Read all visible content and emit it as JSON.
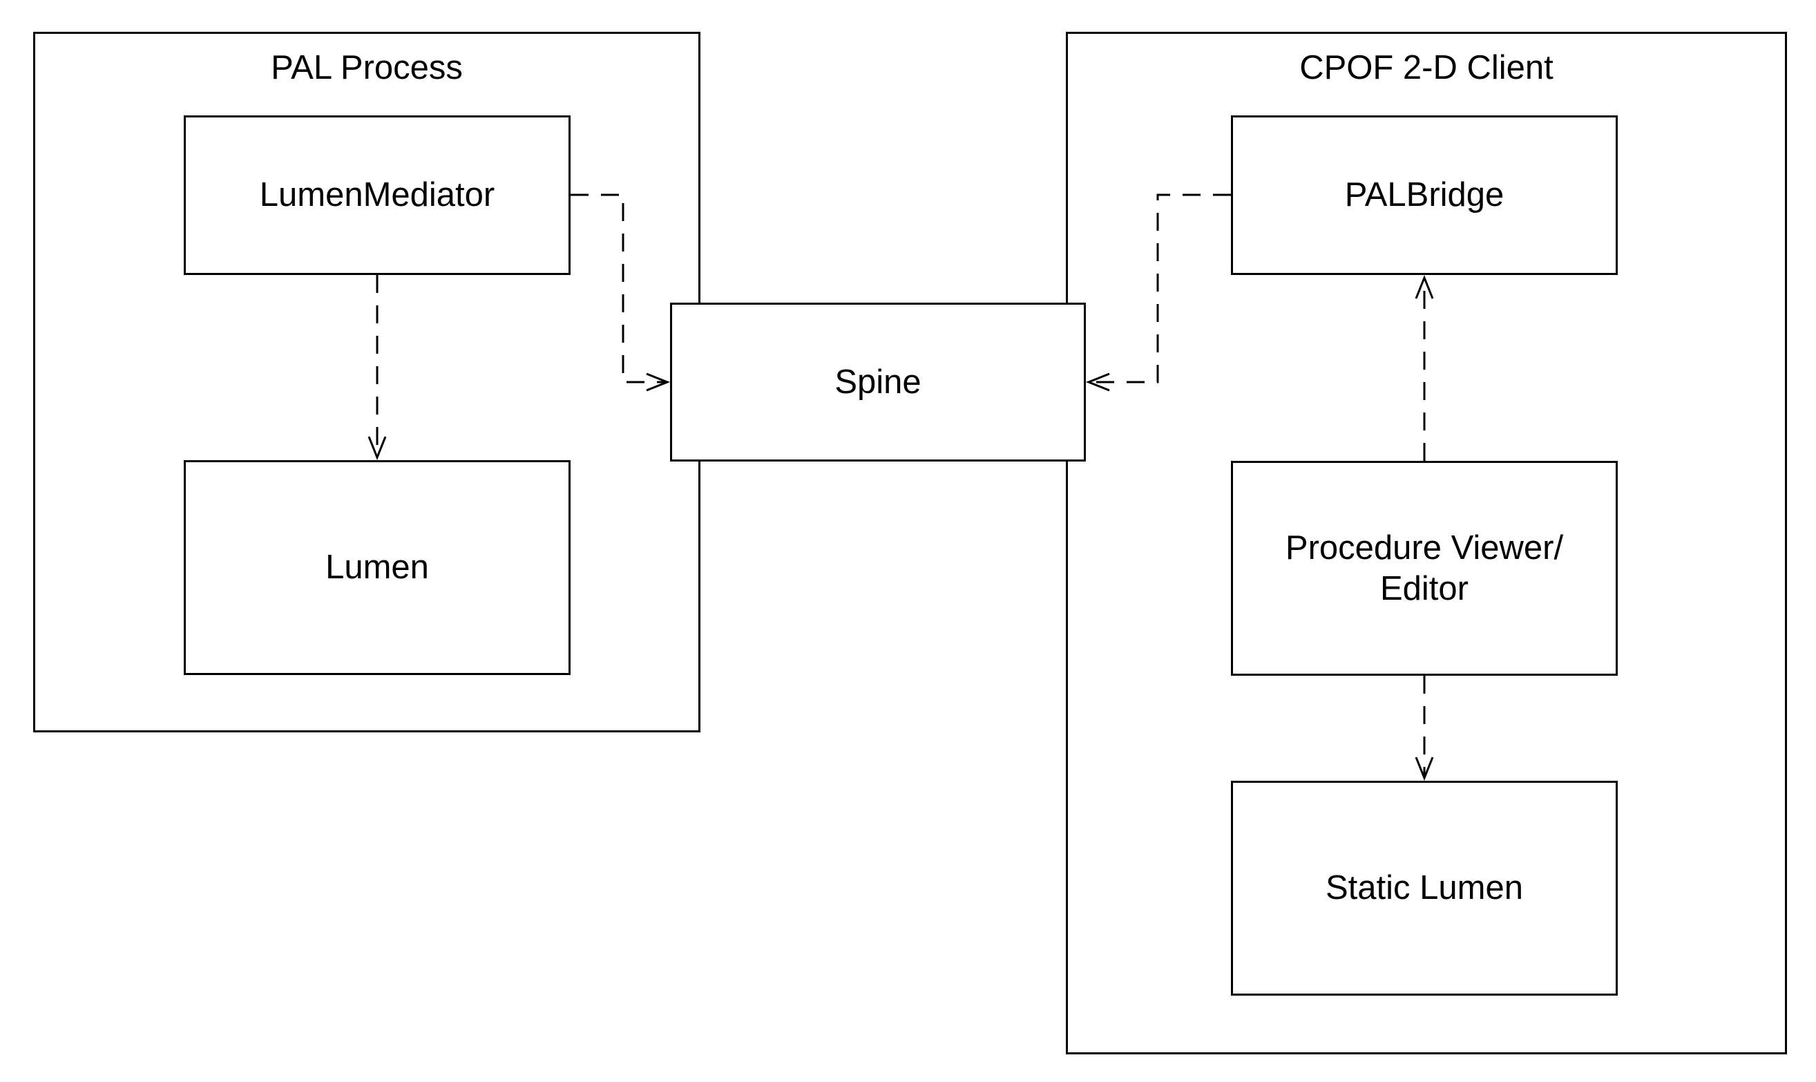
{
  "groups": {
    "pal_process": {
      "title": "PAL Process"
    },
    "cpof_client": {
      "title": "CPOF 2-D Client"
    }
  },
  "nodes": {
    "lumen_mediator": "LumenMediator",
    "lumen": "Lumen",
    "spine": "Spine",
    "pal_bridge": "PALBridge",
    "procedure_viewer": "Procedure Viewer/\nEditor",
    "static_lumen": "Static Lumen"
  },
  "connectors": [
    {
      "from": "lumen_mediator",
      "to": "lumen",
      "style": "dashed",
      "arrow": "open"
    },
    {
      "from": "lumen_mediator",
      "to": "spine",
      "style": "dashed",
      "arrow": "open"
    },
    {
      "from": "pal_bridge",
      "to": "spine",
      "style": "dashed",
      "arrow": "open"
    },
    {
      "from": "procedure_viewer",
      "to": "pal_bridge",
      "style": "dashed",
      "arrow": "open"
    },
    {
      "from": "procedure_viewer",
      "to": "static_lumen",
      "style": "dashed",
      "arrow": "open"
    }
  ]
}
